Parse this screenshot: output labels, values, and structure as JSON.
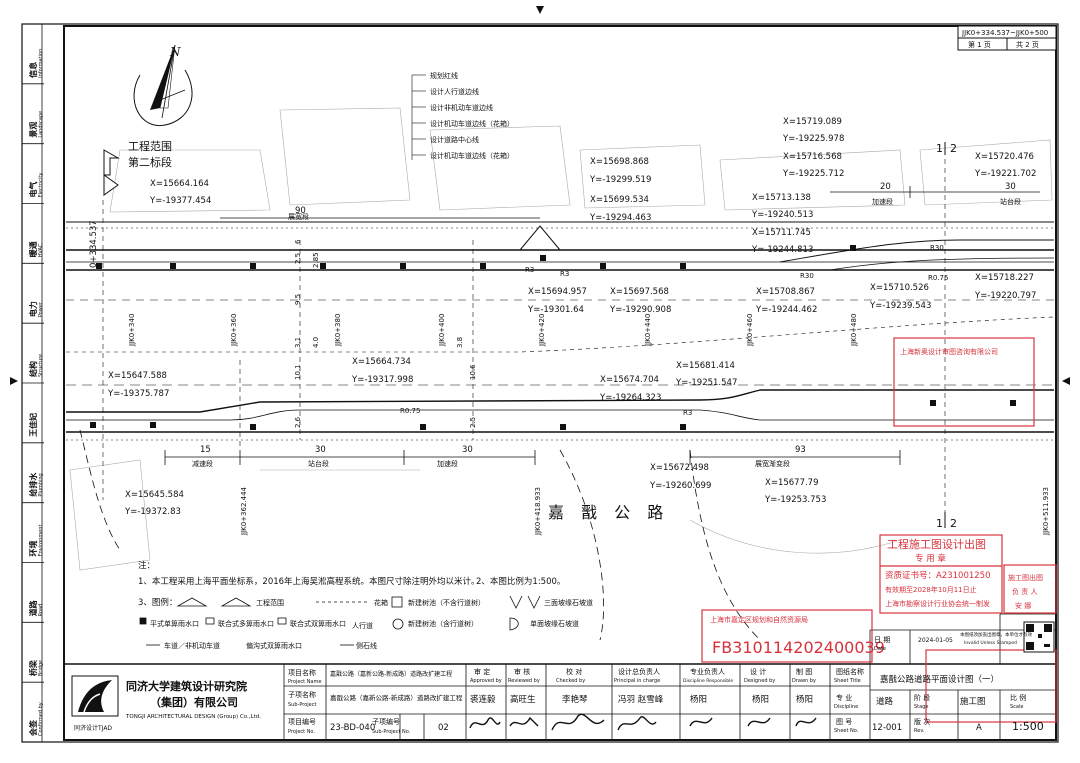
{
  "sheet": {
    "range": "JJK0+334.537~JJK0+500",
    "page_current": "第 1 页",
    "page_total": "共 2 页"
  },
  "legend_lines": [
    "规划红线",
    "设计人行道边线",
    "设计非机动车道边线",
    "设计机动车道边线（花箱）",
    "设计道路中心线",
    "设计机动车道边线（花箱）"
  ],
  "scope": {
    "title": "工程范围",
    "subtitle": "第二标段"
  },
  "road_name": "嘉 戬 公 路",
  "coords": {
    "c1": {
      "x": "X=15664.164",
      "y": "Y=-19377.454"
    },
    "c2": {
      "x": "X=15698.868",
      "y": "Y=-19299.519"
    },
    "c3": {
      "x": "X=15699.534",
      "y": "Y=-19294.463"
    },
    "c4": {
      "x": "X=15719.089",
      "y": "Y=-19225.978"
    },
    "c5": {
      "x": "X=15716.568",
      "y": "Y=-19225.712"
    },
    "c6": {
      "x": "X=15720.476",
      "y": "Y=-19221.702"
    },
    "c7": {
      "x": "X=15713.138",
      "y": "Y=-19240.513"
    },
    "c8": {
      "x": "X=15711.745",
      "y": "Y=-19244.813"
    },
    "c9": {
      "x": "X=15718.227",
      "y": "Y=-19220.797"
    },
    "c10": {
      "x": "X=15710.526",
      "y": "Y=-19239.543"
    },
    "c11": {
      "x": "X=15694.957",
      "y": "Y=-19301.64"
    },
    "c12": {
      "x": "X=15697.568",
      "y": "Y=-19290.908"
    },
    "c13": {
      "x": "X=15708.867",
      "y": "Y=-19244.462"
    },
    "c14": {
      "x": "X=15664.734",
      "y": "Y=-19317.998"
    },
    "c15": {
      "x": "X=15647.588",
      "y": "Y=-19375.787"
    },
    "c16": {
      "x": "X=15681.414",
      "y": "Y=-19251.547"
    },
    "c17": {
      "x": "X=15674.704",
      "y": "Y=-19264.323"
    },
    "c18": {
      "x": "X=15672.498",
      "y": "Y=-19260.699"
    },
    "c19": {
      "x": "X=15677.79",
      "y": "Y=-19253.753"
    },
    "c20": {
      "x": "X=15645.584",
      "y": "Y=-19372.83"
    }
  },
  "stations": {
    "start": "0+334.537",
    "s1": "JJK0+362.444",
    "s2": "JJK0+418.933",
    "s3": "JJK0+511.933",
    "s4": "JJK0+340",
    "s5": "JJK0+360",
    "s6": "JJK0+380",
    "s7": "JJK0+400",
    "s8": "JJK0+420",
    "s9": "JJK0+440",
    "s10": "JJK0+460",
    "s11": "JJK0+480"
  },
  "dims": {
    "d15": "15",
    "d30a": "30",
    "d30b": "30",
    "d93": "93",
    "d90": "90",
    "d20": "20",
    "d30c": "30",
    "w6": "6",
    "w25": "2.5",
    "w95": "9.5",
    "w31": "3.1",
    "w101": "10.1",
    "w106": "10.6",
    "w26": "2.6",
    "w25b": "2.5",
    "w285": "2.85",
    "w40": "4.0",
    "w38": "3.8"
  },
  "segments": {
    "decel": "减速段",
    "station": "站台段",
    "accel": "加速段",
    "widen": "展宽渐变段",
    "widen2": "展宽段",
    "accel2": "加速段",
    "station2": "站台段"
  },
  "radii": {
    "r1": "R3",
    "r2": "R3",
    "r3": "R30",
    "r4": "R30",
    "r5": "R0.75",
    "r6": "R0.75",
    "r7": "R3"
  },
  "section": {
    "a": "1",
    "b": "2"
  },
  "notes": {
    "title": "注：",
    "n1": "1、本工程采用上海平面坐标系，2016年上海吴淞高程系统。本图尺寸除注明外均以米计。",
    "n2": "2、本图比例为1:500。",
    "n3": "3、图例：",
    "legend_scope": "工程范围",
    "legend_flower": "花箱",
    "legend_newtree": "新建树池（不含行道树）",
    "legend_curb3": "三面坡缘石坡道",
    "legend_inlet": "平式单箅雨水口",
    "legend_combo": "联合式多箅雨水口",
    "legend_combo2": "联合式双箅雨水口",
    "legend_sidewalk": "人行道",
    "legend_lane": "车道／非机动车道",
    "legend_bias": "偏沟式双箅雨水口",
    "legend_curbstone": "侧石线",
    "legend_newtree2": "新建树池（含行道树）",
    "legend_curb1": "单面坡缘石坡道"
  },
  "stamps": {
    "review_title": "工程施工图设计出图",
    "review_sub": "专 用 章",
    "cert": "资质证书号：A231001250",
    "valid": "有效期至2028年10月11日止",
    "assoc": "上海市勘察设计行业协会统一制发",
    "planning": "上海市嘉定区规划和自然资源局",
    "fb": "FB310114202400039",
    "chief": "施工图出图",
    "chief2": "负 责 人",
    "chief3": "安 娜",
    "audit_co": "上海新奥设计审图咨询有限公司"
  },
  "left_strip": [
    {
      "cn": "信息",
      "en": "Information"
    },
    {
      "cn": "景观",
      "en": "Landscape"
    },
    {
      "cn": "电气",
      "en": "Electricity"
    },
    {
      "cn": "暖通",
      "en": "HVAC"
    },
    {
      "cn": "电力",
      "en": "Power"
    },
    {
      "cn": "结构",
      "en": "Structure"
    },
    {
      "cn": "王佳妃",
      "en": ""
    },
    {
      "cn": "给排水",
      "en": "Plumbing"
    },
    {
      "cn": "环境",
      "en": "Environment"
    },
    {
      "cn": "道路",
      "en": "Road"
    },
    {
      "cn": "桥梁",
      "en": "Bridge"
    },
    {
      "cn": "会签",
      "en": "Confirmed by"
    }
  ],
  "title_block": {
    "company_cn1": "同济大学建筑设计研究院",
    "company_cn2": "（集团）有限公司",
    "company_en": "TONGJI ARCHITECTURAL DESIGN (Group) Co.,Ltd.",
    "logo_text": "同济设计TJAD",
    "project_name_label": "项目名称",
    "project_name_en": "Project Name",
    "project_name": "嘉戬公路（嘉新公路-新成路）道路改扩建工程",
    "sub_project_label": "子项名称",
    "sub_project_en": "Sub-Project",
    "sub_project": "嘉戬公路（嘉新公路-新成路）道路改扩建工程",
    "project_no_label": "项目编号",
    "project_no_en": "Project No.",
    "project_no": "23-BD-040",
    "sub_no_label": "子项编号",
    "sub_no_en": "Sub-Project No.",
    "sub_no": "02",
    "approved_label": "审 定",
    "approved_en": "Approved by",
    "approved": "裘连毅",
    "reviewed_label": "审 核",
    "reviewed_en": "Reviewed by",
    "reviewed": "高旺生",
    "checked_label": "校 对",
    "checked_en": "Checked by",
    "checked": "李艳琴",
    "principal_label": "设计总负责人",
    "principal_en": "Principal in charge",
    "principal": "冯羽 赵雪峰",
    "discipline_resp_label": "专业负责人",
    "discipline_resp_en": "Discipline Responsible",
    "discipline_resp": "杨阳",
    "designed_label": "设 计",
    "designed_en": "Designed by",
    "designed": "杨阳",
    "drawn_label": "制 图",
    "drawn_en": "Drawn by",
    "drawn": "杨阳",
    "sheet_title_label": "图纸名称",
    "sheet_title_en": "Sheet Title",
    "sheet_title": "嘉戬公路道路平面设计图（一）",
    "discipline_label": "专 业",
    "discipline_en": "Discipline",
    "discipline": "道路",
    "stage_label": "阶 段",
    "stage_en": "Stage",
    "stage": "施工图",
    "scale_label": "比 例",
    "scale_en": "Scale",
    "scale": "1:500",
    "sheet_no_label": "图 号",
    "sheet_no_en": "Sheet No.",
    "sheet_no": "12-001",
    "rev_label": "版 次",
    "rev_en": "Rev.",
    "rev": "A",
    "date_label": "日 期",
    "date_en": "Date",
    "date": "2024-01-05",
    "stamped_note": "本图纸须加盖出图章，本单位才有效",
    "stamped_note_en": "Invalid Unless Stamped"
  },
  "colors": {
    "stamp_red": "#d8323c",
    "line": "#111111",
    "grey": "#9a9a9a"
  }
}
